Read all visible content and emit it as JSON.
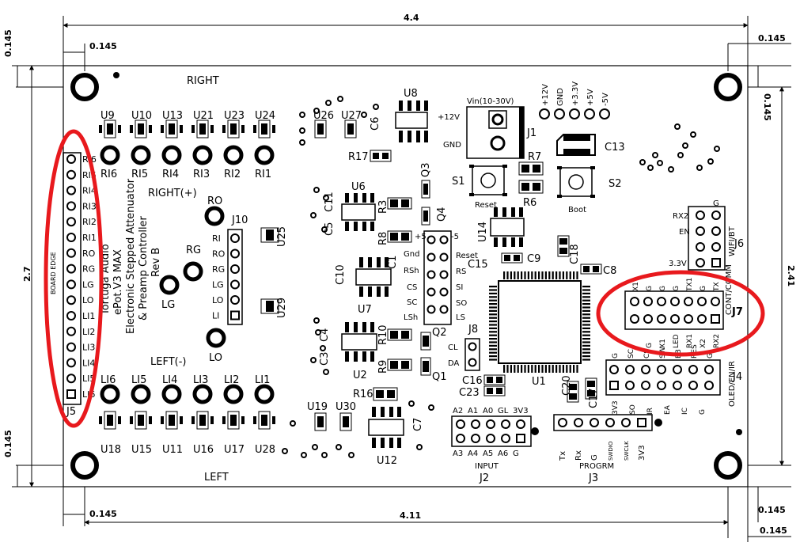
{
  "dimensions": {
    "width_top": "4.4",
    "width_bottom": "4.11",
    "height_left": "2.7",
    "height_right": "2.41",
    "offset": "0.145"
  },
  "board": {
    "product_line1": "Tortuga Audio",
    "product_line2": "ePot.V3 MAX",
    "product_line3": "Electronic Stepped Attenuator",
    "product_line4": "& Preamp Controller",
    "product_line5": "Rev B",
    "board_edge": "BOARD EDGE"
  },
  "labels": {
    "right": "RIGHT",
    "right_plus": "RIGHT(+)",
    "left_minus": "LEFT(-)",
    "left": "LEFT",
    "ro": "RO",
    "rg": "RG",
    "lg": "LG",
    "lo": "LO",
    "vin": "Vin(10-30V)",
    "plus12": "+12V",
    "gnd": "GND",
    "reset": "Reset",
    "boot": "Boot",
    "input": "INPUT",
    "progrm": "PROGRM",
    "rx2": "RX2",
    "en": "EN",
    "v33": "3.3V",
    "g": "G",
    "wifi_bt": "WIFI/BT",
    "cont_comm": "CONT/COMM",
    "oled": "OLED/EN/IR",
    "plus5": "+5",
    "minus5": "-5"
  },
  "right_pads": [
    "RI6",
    "RI5",
    "RI4",
    "RI3",
    "RI2",
    "RI1"
  ],
  "right_chips": [
    "U9",
    "U10",
    "U13",
    "U21",
    "U23",
    "U24"
  ],
  "left_pads": [
    "LI6",
    "LI5",
    "LI4",
    "LI3",
    "LI2",
    "LI1"
  ],
  "left_chips": [
    "U18",
    "U15",
    "U11",
    "U16",
    "U17",
    "U28"
  ],
  "j5_pins": [
    "RI6",
    "RI5",
    "RI4",
    "RI3",
    "RI2",
    "RI1",
    "RO",
    "RG",
    "LG",
    "LO",
    "LI1",
    "LI2",
    "LI3",
    "LI4",
    "LI5",
    "LI6"
  ],
  "j10_pins": [
    "RI",
    "RO",
    "RG",
    "LG",
    "LO",
    "LI"
  ],
  "j7_top": [
    "X1",
    "G",
    "G",
    "G",
    "TX1",
    "G",
    "TX"
  ],
  "j7_bottom": [
    "G",
    "X1",
    "LED",
    "RX1",
    "X2",
    "RX2"
  ],
  "j4_top": [
    "G",
    "SC",
    "CS",
    "SW",
    "EB",
    "RES",
    "G"
  ],
  "j4_bottom": [
    "3V3",
    "SO",
    "IR",
    "EA",
    "IC",
    "G"
  ],
  "j2_top": [
    "A2",
    "A1",
    "A0",
    "GL",
    "3V3"
  ],
  "j2_bottom": [
    "A3",
    "A4",
    "A5",
    "A6",
    "G"
  ],
  "j3_pins": [
    "Tx",
    "Rx",
    "G",
    "SWDIO",
    "SWCLK",
    "3V3"
  ],
  "j1_pins": [
    "+12V",
    "GND",
    "+3.3V",
    "+5V",
    "-5V"
  ],
  "j9_pins": [
    "CL",
    "DA"
  ],
  "ctrl_pins": [
    "Gnd",
    "RSh",
    "CS",
    "SC",
    "LSh",
    "RS",
    "SI",
    "SO",
    "LS"
  ],
  "refdes": {
    "j5": "J5",
    "j10": "J10",
    "j1": "J1",
    "j2": "J2",
    "j3": "J3",
    "j4": "J4",
    "j6": "J6",
    "j7": "J7",
    "j8": "J8",
    "u8": "U8",
    "u26": "U26",
    "u27": "U27",
    "u6": "U6",
    "u7": "U7",
    "u2": "U2",
    "u14": "U14",
    "u1": "U1",
    "u25": "U25",
    "u29": "U29",
    "u19": "U19",
    "u30": "U30",
    "u12": "U12",
    "q3": "Q3",
    "q4": "Q4",
    "q2": "Q2",
    "q1": "Q1",
    "r17": "R17",
    "r7": "R7",
    "r6": "R6",
    "r3": "R3",
    "r8": "R8",
    "r10": "R10",
    "r9": "R9",
    "r16": "R16",
    "c6": "C6",
    "c13": "C13",
    "c11": "C11",
    "c5": "C5",
    "c1": "C1",
    "c10": "C10",
    "c4": "C4",
    "c3": "C3",
    "c15": "C15",
    "c9": "C9",
    "c18": "C18",
    "c8": "C8",
    "c16": "C16",
    "c23": "C23",
    "c20": "C20",
    "c17": "C17",
    "c7": "C7",
    "s1": "S1",
    "s2": "S2"
  },
  "highlight_color": "#e8191d"
}
